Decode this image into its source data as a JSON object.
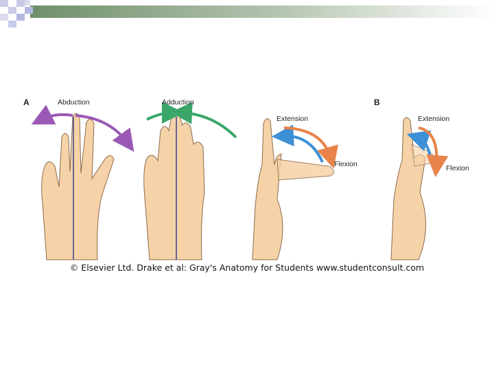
{
  "panels": {
    "a_label": "A",
    "b_label": "B"
  },
  "movements": {
    "abduction": "Abduction",
    "adduction": "Adduction",
    "extension": "Extension",
    "flexion": "Flexion"
  },
  "credit": "© Elsevier Ltd. Drake et al: Gray's Anatomy for Students www.studentconsult.com",
  "colors": {
    "abduction_arrow": "#9b59b6",
    "adduction_arrow": "#3aa66a",
    "extension_arrow": "#3d8fd6",
    "flexion_arrow": "#e8834a",
    "skin": "#f6d2a8",
    "skin_outline": "#8a6a4a",
    "midline": "#3a3f8a"
  },
  "icons": [
    "hand-palm-icon",
    "hand-side-icon"
  ]
}
